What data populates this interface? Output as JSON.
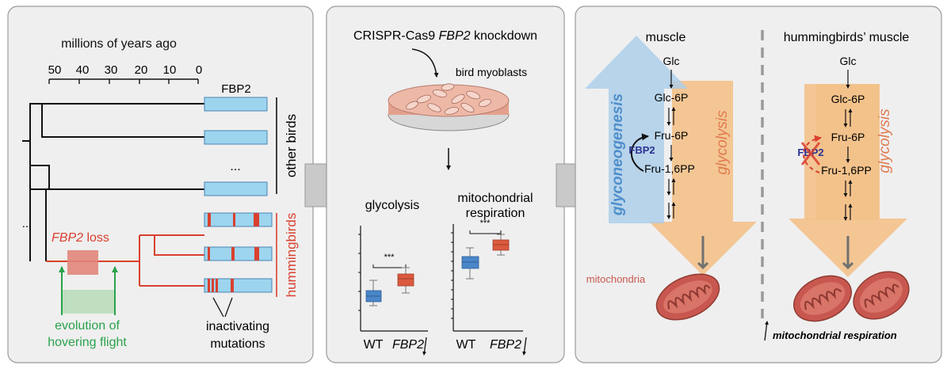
{
  "panel1": {
    "axis_title": "millions of years ago",
    "ticks": [
      "50",
      "40",
      "30",
      "20",
      "10",
      "0"
    ],
    "gene_label": "FBP2",
    "ellipsis_rows": "...",
    "ellipsis_tree": "...",
    "other_birds": "other birds",
    "hummingbirds": "hummingbirds",
    "loss_gene": "FBP2",
    "loss_word": " loss",
    "evolution_line1": "evolution of",
    "evolution_line2": "hovering flight",
    "inactivating_line1": "inactivating",
    "inactivating_line2": "mutations"
  },
  "panel2": {
    "title_prefix": "CRISPR-Cas9 ",
    "title_gene": "FBP2",
    "title_suffix": " knockdown",
    "dish_label": "bird myoblasts",
    "chart_left_title": "glycolysis",
    "chart_right_title_1": "mitochondrial",
    "chart_right_title_2": "respiration",
    "wt": "WT",
    "fbp2": "FBP2",
    "significance": "***"
  },
  "panel3": {
    "muscle_title": "muscle",
    "humming_title": "hummingbirds’ muscle",
    "glc": "Glc",
    "glc6p": "Glc-6P",
    "fru6p": "Fru-6P",
    "fru16pp": "Fru-1,6PP",
    "fbp2": "FBP2",
    "gluconeogenesis": "glyconeogenesis",
    "glycolysis": "glycolysis",
    "mitochondria": "mitochondria",
    "mito_resp": "mitochondrial respiration"
  },
  "colors": {
    "panel_bg": "#efefef",
    "blue_bar": "#9dd5ef",
    "red": "#d9402f",
    "green": "#2aa24b",
    "orange_arrow": "#f3c189",
    "blue_arrow": "#a9cdea",
    "navy": "#2d3192",
    "mito": "#c8584f"
  }
}
